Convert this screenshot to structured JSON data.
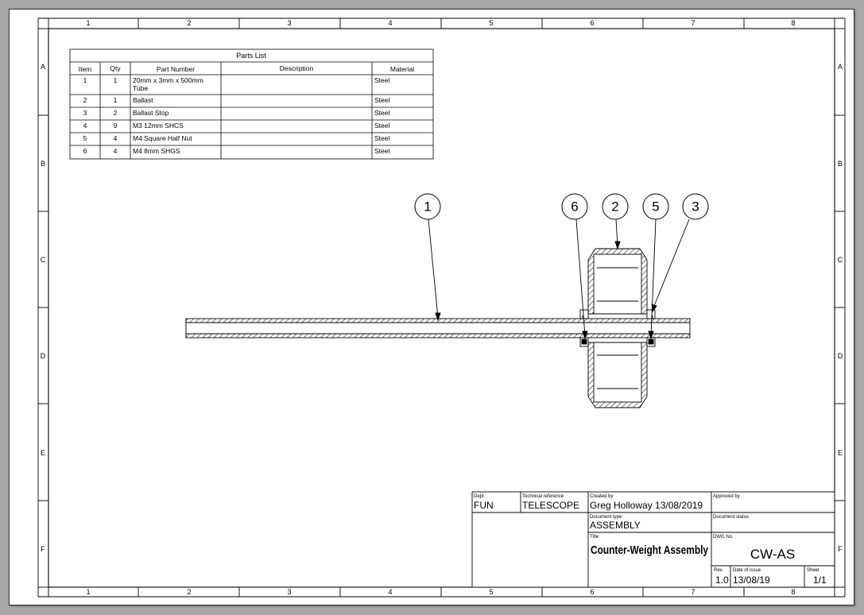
{
  "zones": {
    "columns": [
      "1",
      "2",
      "3",
      "4",
      "5",
      "6",
      "7",
      "8"
    ],
    "rows": [
      "A",
      "B",
      "C",
      "D",
      "E",
      "F"
    ]
  },
  "parts_list": {
    "title": "Parts List",
    "headers": [
      "Item",
      "Qty",
      "Part Number",
      "Description",
      "Material"
    ],
    "rows": [
      {
        "item": "1",
        "qty": "1",
        "part_lines": [
          "20mm x 3mm x 500mm",
          "Tube"
        ],
        "description": "",
        "material": "Steel"
      },
      {
        "item": "2",
        "qty": "1",
        "part_lines": [
          "Ballast"
        ],
        "description": "",
        "material": "Steel"
      },
      {
        "item": "3",
        "qty": "2",
        "part_lines": [
          "Ballast Stop"
        ],
        "description": "",
        "material": "Steel"
      },
      {
        "item": "4",
        "qty": "9",
        "part_lines": [
          "M3 12mm SHCS"
        ],
        "description": "",
        "material": "Steel"
      },
      {
        "item": "5",
        "qty": "4",
        "part_lines": [
          "M4 Square Half Nut"
        ],
        "description": "",
        "material": "Steel"
      },
      {
        "item": "6",
        "qty": "4",
        "part_lines": [
          "M4 8mm SHGS"
        ],
        "description": "",
        "material": "Steel"
      }
    ]
  },
  "balloons": [
    "1",
    "6",
    "2",
    "5",
    "3"
  ],
  "title_block": {
    "dept_label": "Dept.",
    "dept": "FUN",
    "tech_ref_label": "Technical reference",
    "tech_ref": "TELESCOPE",
    "created_by_label": "Created by",
    "created_by": "Greg Holloway  13/08/2019",
    "approved_by_label": "Approved by",
    "doc_type_label": "Document type",
    "doc_type": "ASSEMBLY",
    "doc_status_label": "Document status",
    "title_label": "Title",
    "title": "Counter-Weight Assembly",
    "dwg_label": "DWG No.",
    "dwg": "CW-AS",
    "rev_label": "Rev.",
    "rev": "1.0",
    "date_label": "Date of issue",
    "date": "13/08/19",
    "sheet_label": "Sheet",
    "sheet": "1/1"
  }
}
